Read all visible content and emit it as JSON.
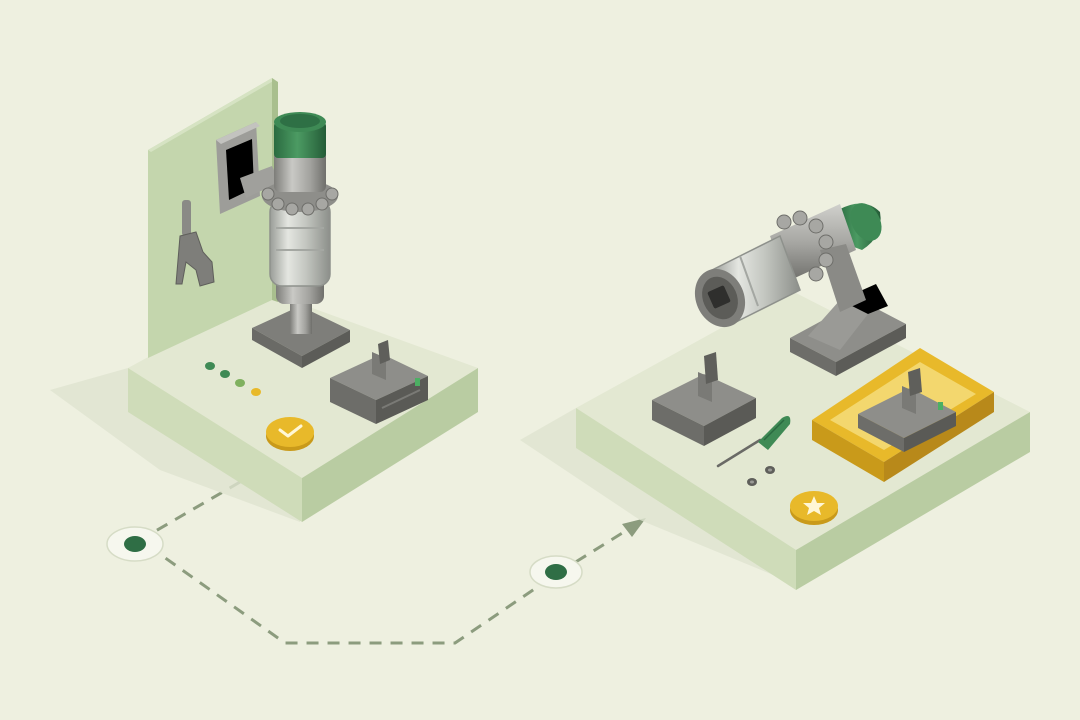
{
  "scene": {
    "background": "#eef0e0",
    "platform_top": "#e3e8d2",
    "platform_left": "#cfdcb9",
    "platform_right": "#b9cca2",
    "panel_color": "#c4d6ad",
    "accent_green": "#3f8a55",
    "dark_green": "#2f6e45",
    "gold": "#e8b92a",
    "gold_dark": "#c99a1a",
    "metal_light": "#b7b7b3",
    "metal_mid": "#8f8f8b",
    "metal_dark": "#6a6a66",
    "path_color": "#8c9c7e"
  },
  "stations": [
    {
      "id": "wall-mount-station",
      "items": [
        "vacuum-upright",
        "wall-bracket",
        "wall-tool",
        "battery-pack",
        "status-dots"
      ],
      "badge_icon": "checkmark-icon",
      "status_dot_colors": [
        "#3f8a55",
        "#3f8a55",
        "#7fb05e",
        "#e8b92a"
      ]
    },
    {
      "id": "battery-swap-station",
      "items": [
        "vacuum-horizontal",
        "battery-removed",
        "battery-new-tray",
        "screwdriver",
        "screws"
      ],
      "badge_icon": "star-icon",
      "tray_highlight": "#e8b92a"
    }
  ],
  "path": {
    "nodes": [
      "start-node",
      "mid-node"
    ],
    "end_icon": "arrow-icon"
  }
}
